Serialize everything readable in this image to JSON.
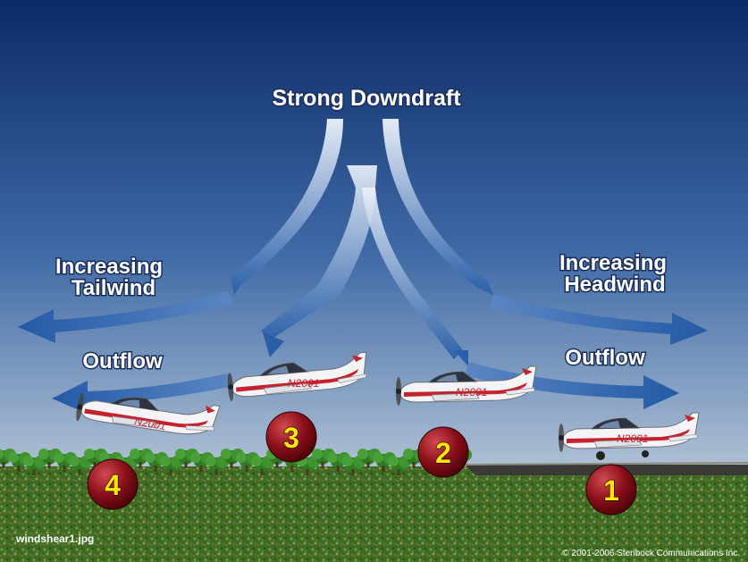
{
  "title": "Strong Downdraft",
  "labels": {
    "left_tailwind_line1": "Increasing",
    "left_tailwind_line2": "Tailwind",
    "right_headwind_line1": "Increasing",
    "right_headwind_line2": "Headwind",
    "left_outflow": "Outflow",
    "right_outflow": "Outflow"
  },
  "aircraft_registration": "N2001",
  "positions": [
    "1",
    "2",
    "3",
    "4"
  ],
  "filename": "windshear1.jpg",
  "copyright": "© 2001-2006 Stenbock Communications Inc.",
  "colors": {
    "sky_top": "#0b2a66",
    "sky_bottom": "#b9c7d8",
    "arrow": "#2a5fa8",
    "badge": "#8a0f1a",
    "badge_number": "#ffe600",
    "ground": "#3d6b21",
    "runway": "#3c3a36"
  }
}
